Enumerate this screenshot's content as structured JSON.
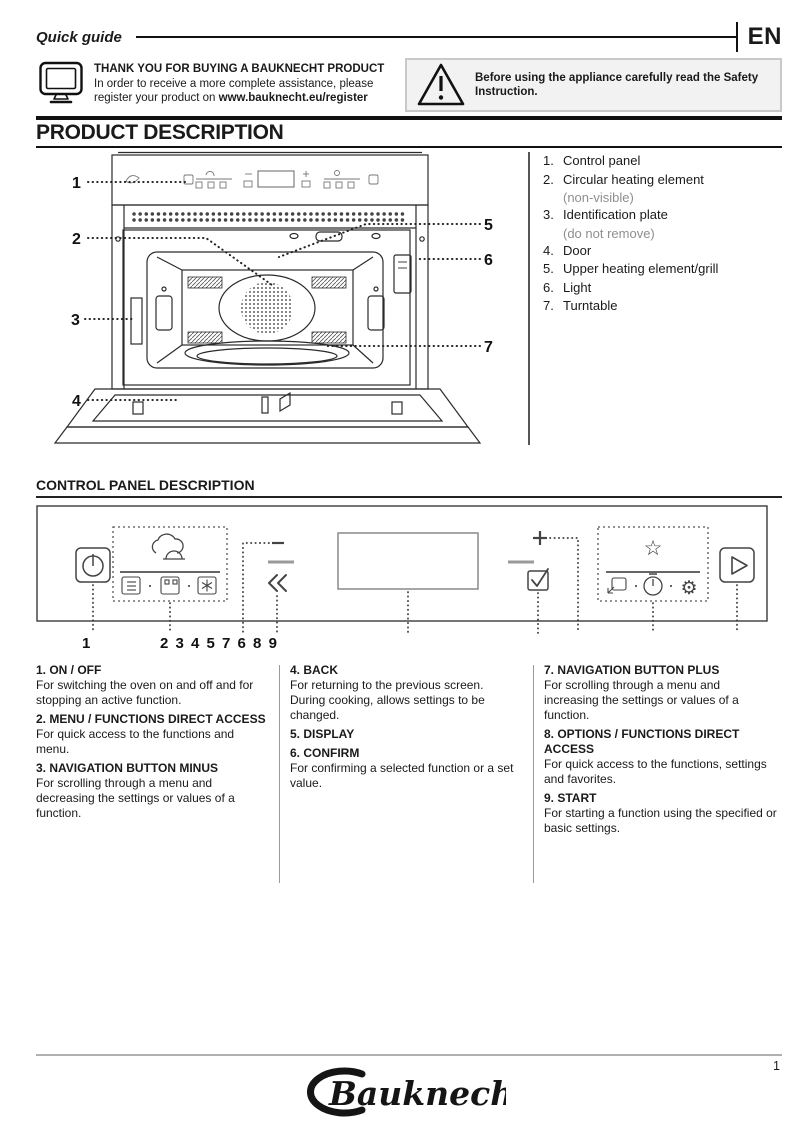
{
  "header": {
    "title": "Quick guide",
    "lang": "EN"
  },
  "register": {
    "title": "THANK YOU FOR BUYING A BAUKNECHT PRODUCT",
    "line1": "In order to receive a more complete assistance, please",
    "line2": "register your product on ",
    "url": "www.bauknecht.eu/register"
  },
  "warning": {
    "text": "Before using the appliance carefully read the Safety Instruction."
  },
  "product": {
    "heading": "PRODUCT DESCRIPTION",
    "callouts": [
      "1",
      "2",
      "3",
      "4",
      "5",
      "6",
      "7"
    ],
    "parts": [
      {
        "num": "1.",
        "label": "Control panel"
      },
      {
        "num": "2.",
        "label": "Circular heating element",
        "note": "(non-visible)"
      },
      {
        "num": "3.",
        "label": "Identification plate",
        "note": "(do not remove)"
      },
      {
        "num": "4.",
        "label": "Door"
      },
      {
        "num": "5.",
        "label": "Upper heating element/grill"
      },
      {
        "num": "6.",
        "label": "Light"
      },
      {
        "num": "7.",
        "label": "Turntable"
      }
    ]
  },
  "panel": {
    "heading": "CONTROL PANEL DESCRIPTION",
    "label_power": "1",
    "label_cluster": "2 3 4 5 7 6 8 9",
    "icons": {
      "star": "☆",
      "gear": "⚙"
    }
  },
  "buttons": {
    "col1": [
      {
        "title": "1. ON / OFF",
        "text": "For switching the oven on and off and for stopping an active function."
      },
      {
        "title": "2. MENU / FUNCTIONS DIRECT ACCESS",
        "text": "For quick access to the functions and menu."
      },
      {
        "title": "3. NAVIGATION BUTTON MINUS",
        "text": "For scrolling through a menu and decreasing the settings or values of a function."
      }
    ],
    "col2": [
      {
        "title": "4. BACK",
        "text": "For returning to the previous screen.",
        "text2": "During cooking, allows settings to be changed."
      },
      {
        "title": "5. DISPLAY"
      },
      {
        "title": "6. CONFIRM",
        "text": "For confirming a selected function or a set value."
      }
    ],
    "col3": [
      {
        "title": "7. NAVIGATION BUTTON PLUS",
        "text": "For scrolling through a menu and increasing the settings or values of a function."
      },
      {
        "title": "8. OPTIONS / FUNCTIONS DIRECT ACCESS",
        "text": "For quick access to the functions, settings and favorites."
      },
      {
        "title": "9. START",
        "text": "For starting a function using the specified or basic settings."
      }
    ]
  },
  "footer": {
    "page": "1",
    "brand": "Bauknecht"
  }
}
